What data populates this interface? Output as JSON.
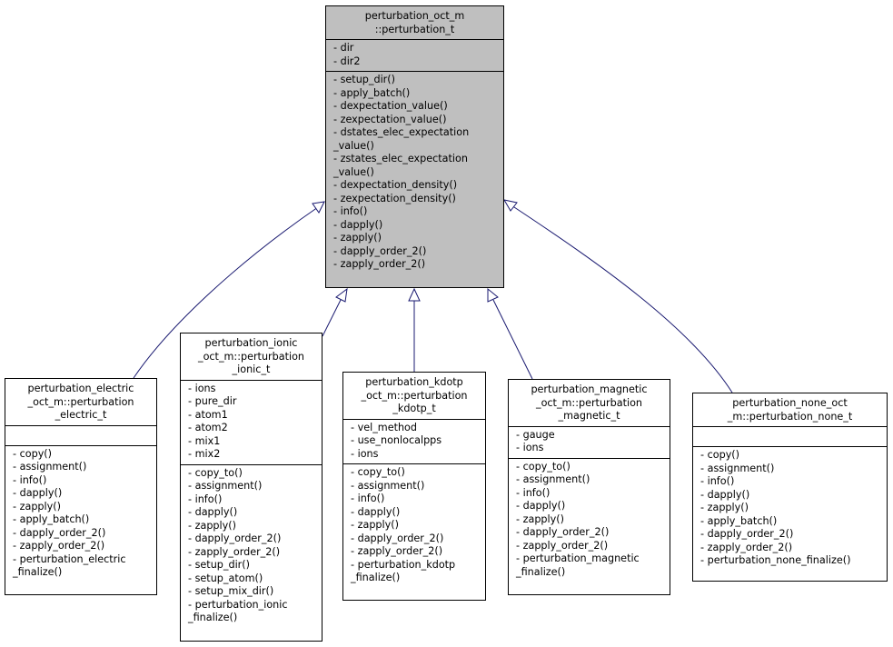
{
  "base_class": {
    "title": "perturbation_oct_m\n::perturbation_t",
    "attributes": [
      "- dir",
      "- dir2"
    ],
    "methods": [
      "- setup_dir()",
      "- apply_batch()",
      "- dexpectation_value()",
      "- zexpectation_value()",
      "- dstates_elec_expectation\n_value()",
      "- zstates_elec_expectation\n_value()",
      "- dexpectation_density()",
      "- zexpectation_density()",
      "- info()",
      "- dapply()",
      "- zapply()",
      "- dapply_order_2()",
      "- zapply_order_2()"
    ]
  },
  "electric": {
    "title": "perturbation_electric\n_oct_m::perturbation\n_electric_t",
    "attributes": [],
    "methods": [
      "- copy()",
      "- assignment()",
      "- info()",
      "- dapply()",
      "- zapply()",
      "- apply_batch()",
      "- dapply_order_2()",
      "- zapply_order_2()",
      "- perturbation_electric\n_finalize()"
    ]
  },
  "ionic": {
    "title": "perturbation_ionic\n_oct_m::perturbation\n_ionic_t",
    "attributes": [
      "- ions",
      "- pure_dir",
      "- atom1",
      "- atom2",
      "- mix1",
      "- mix2"
    ],
    "methods": [
      "- copy_to()",
      "- assignment()",
      "- info()",
      "- dapply()",
      "- zapply()",
      "- dapply_order_2()",
      "- zapply_order_2()",
      "- setup_dir()",
      "- setup_atom()",
      "- setup_mix_dir()",
      "- perturbation_ionic\n_finalize()"
    ]
  },
  "kdotp": {
    "title": "perturbation_kdotp\n_oct_m::perturbation\n_kdotp_t",
    "attributes": [
      "- vel_method",
      "- use_nonlocalpps",
      "- ions"
    ],
    "methods": [
      "- copy_to()",
      "- assignment()",
      "- info()",
      "- dapply()",
      "- zapply()",
      "- dapply_order_2()",
      "- zapply_order_2()",
      "- perturbation_kdotp\n_finalize()"
    ]
  },
  "magnetic": {
    "title": "perturbation_magnetic\n_oct_m::perturbation\n_magnetic_t",
    "attributes": [
      "- gauge",
      "- ions"
    ],
    "methods": [
      "- copy_to()",
      "- assignment()",
      "- info()",
      "- dapply()",
      "- zapply()",
      "- dapply_order_2()",
      "- zapply_order_2()",
      "- perturbation_magnetic\n_finalize()"
    ]
  },
  "none": {
    "title": "perturbation_none_oct\n_m::perturbation_none_t",
    "attributes": [],
    "methods": [
      "- copy()",
      "- assignment()",
      "- info()",
      "- dapply()",
      "- zapply()",
      "- apply_batch()",
      "- dapply_order_2()",
      "- zapply_order_2()",
      "- perturbation_none_finalize()"
    ]
  },
  "colors": {
    "base_fill": "#bfbfbf",
    "edge": "#191970"
  }
}
